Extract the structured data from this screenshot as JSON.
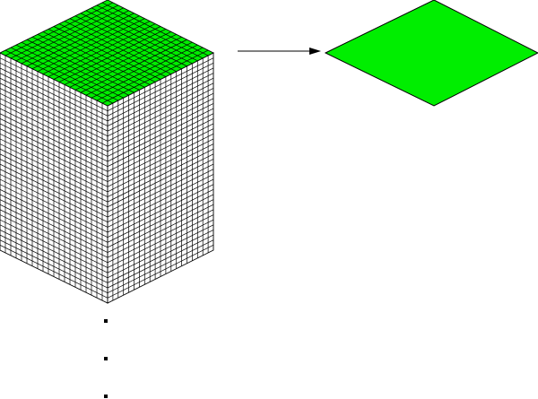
{
  "colors": {
    "top_face": "#00ee00",
    "side_face": "#ffffff",
    "grid_line": "#000000",
    "flat_square": "#00ee00"
  },
  "diagram": {
    "block_grid_divisions": 20,
    "continuation_dot_count": 3,
    "arrow": "right"
  }
}
